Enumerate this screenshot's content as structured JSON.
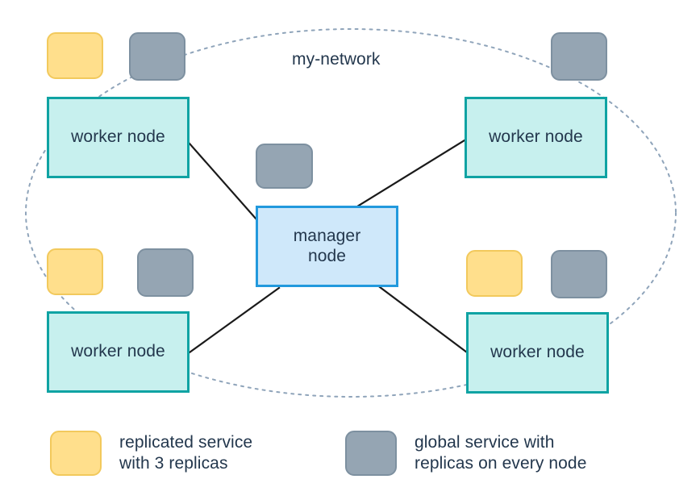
{
  "diagram": {
    "network_label": "my-network",
    "colors": {
      "node_fill": "#C7F0EE",
      "node_border": "#0FA3A3",
      "manager_fill": "#CFE8FA",
      "manager_border": "#2299DD",
      "replicated_service": "#FFDF8C",
      "replicated_service_border": "#F2C95C",
      "global_service": "#95A5B3",
      "global_service_border": "#7D90A0",
      "network_boundary": "#8FA4BA",
      "connector": "#1A1A1A",
      "text": "#23374D"
    },
    "nodes": [
      {
        "id": "worker-top-left",
        "label": "worker node"
      },
      {
        "id": "worker-top-right",
        "label": "worker node"
      },
      {
        "id": "manager",
        "label": "manager\nnode"
      },
      {
        "id": "worker-bottom-left",
        "label": "worker node"
      },
      {
        "id": "worker-bottom-right",
        "label": "worker node"
      }
    ],
    "services": [
      {
        "id": "replicated-top-left",
        "type": "replicated service"
      },
      {
        "id": "global-top-left",
        "type": "global service"
      },
      {
        "id": "global-top-right",
        "type": "global service"
      },
      {
        "id": "global-center",
        "type": "global service"
      },
      {
        "id": "replicated-bottom-left",
        "type": "replicated service"
      },
      {
        "id": "global-bottom-left",
        "type": "global service"
      },
      {
        "id": "replicated-bottom-right",
        "type": "replicated service"
      },
      {
        "id": "global-bottom-right",
        "type": "global service"
      }
    ]
  },
  "legend": {
    "replicated": {
      "label": "replicated service\nwith 3 replicas",
      "swatch_color": "#FFDF8C"
    },
    "global": {
      "label": "global service with\nreplicas on every node",
      "swatch_color": "#95A5B3"
    }
  }
}
